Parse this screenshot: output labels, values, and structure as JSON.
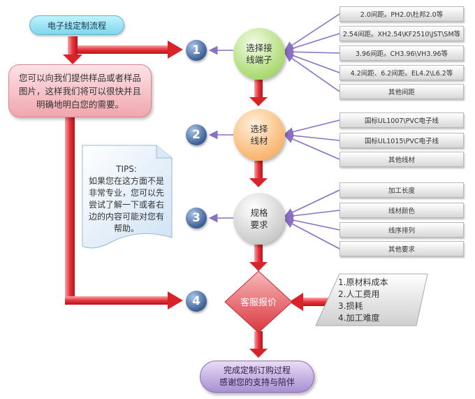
{
  "title": "电子线定制流程",
  "intro": "您可以向我们提供样品或者样品图片，这样我们将可以很快并且明确地明白您的需要。",
  "tips": {
    "heading": "TIPS:",
    "body": "如果您在这方面不是非常专业，您可以先尝试了解一下或者右边的内容可能对您有帮助。"
  },
  "steps": [
    {
      "number": "1",
      "label": "选择接线端子",
      "options": [
        "2.0间距。PH2.0\\杜邦2.0等",
        "2.54间距。XH2.54\\KF2510\\JST\\SM等",
        "3.96间距。CH3.96\\VH3.96等",
        "4.2间距、6.2间距。EL4.2\\L6.2等",
        "其他间距"
      ]
    },
    {
      "number": "2",
      "label": "选择线材",
      "options": [
        "国标UL1007\\PVC电子线",
        "国标UL1015\\PVC电子线",
        "其他线材"
      ]
    },
    {
      "number": "3",
      "label": "规格要求",
      "options": [
        "加工长度",
        "线材颜色",
        "线序排列",
        "其他要求"
      ]
    },
    {
      "number": "4",
      "label": "客服报价"
    }
  ],
  "cost_items": [
    "1.原材料成本",
    "2.人工费用",
    "3.损耗",
    "4.加工难度"
  ],
  "final": {
    "line1": "完成定制订购过程",
    "line2": "感谢您的支持与陪伴"
  },
  "colors": {
    "arrow": "#e8333b",
    "connector": "#8a6fc4",
    "number": "#3c5f94"
  }
}
